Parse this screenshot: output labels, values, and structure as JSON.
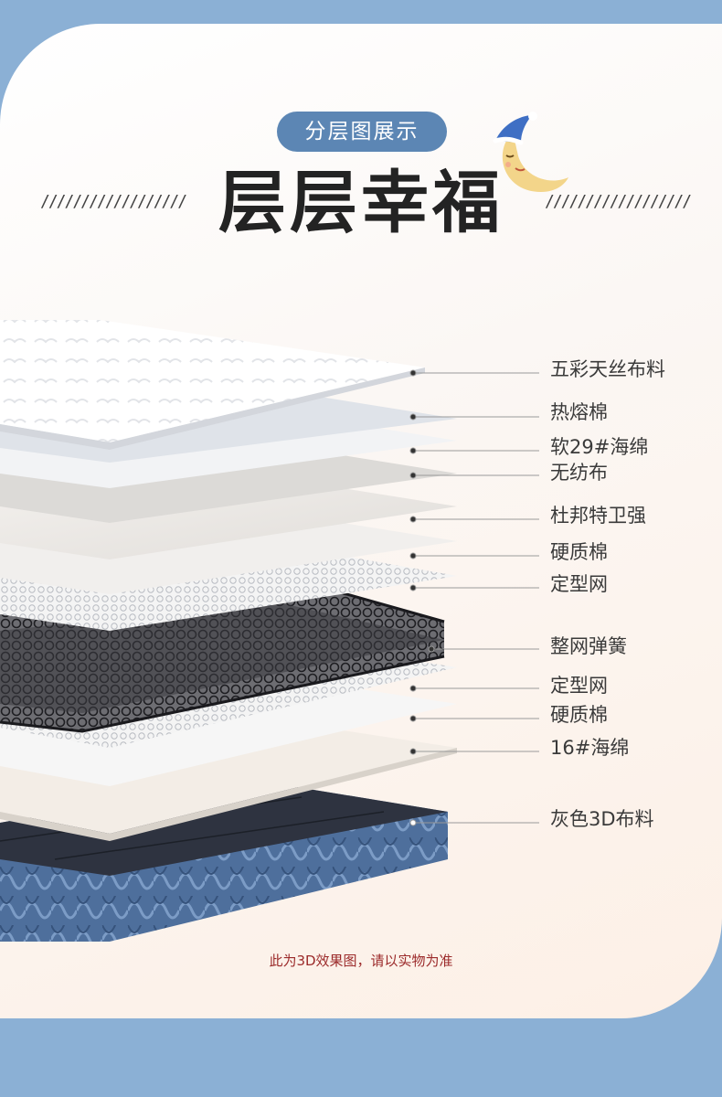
{
  "header": {
    "badge": "分层图展示",
    "title": "层层幸福",
    "left_deco": "//////////////////",
    "right_deco": "//////////////////"
  },
  "layers": [
    {
      "name": "五彩天丝布料"
    },
    {
      "name": "热熔棉"
    },
    {
      "name": "软29#海绵"
    },
    {
      "name": "无纺布"
    },
    {
      "name": "杜邦特卫强"
    },
    {
      "name": "硬质棉"
    },
    {
      "name": "定型网"
    },
    {
      "name": "整网弹簧"
    },
    {
      "name": "定型网"
    },
    {
      "name": "硬质棉"
    },
    {
      "name": "16#海绵"
    },
    {
      "name": "灰色3D布料"
    }
  ],
  "footer": {
    "note": "此为3D效果图，请以实物为准"
  },
  "colors": {
    "accent": "#5c86b4",
    "band": "#8bb0d5",
    "note": "#9b2a2a"
  }
}
